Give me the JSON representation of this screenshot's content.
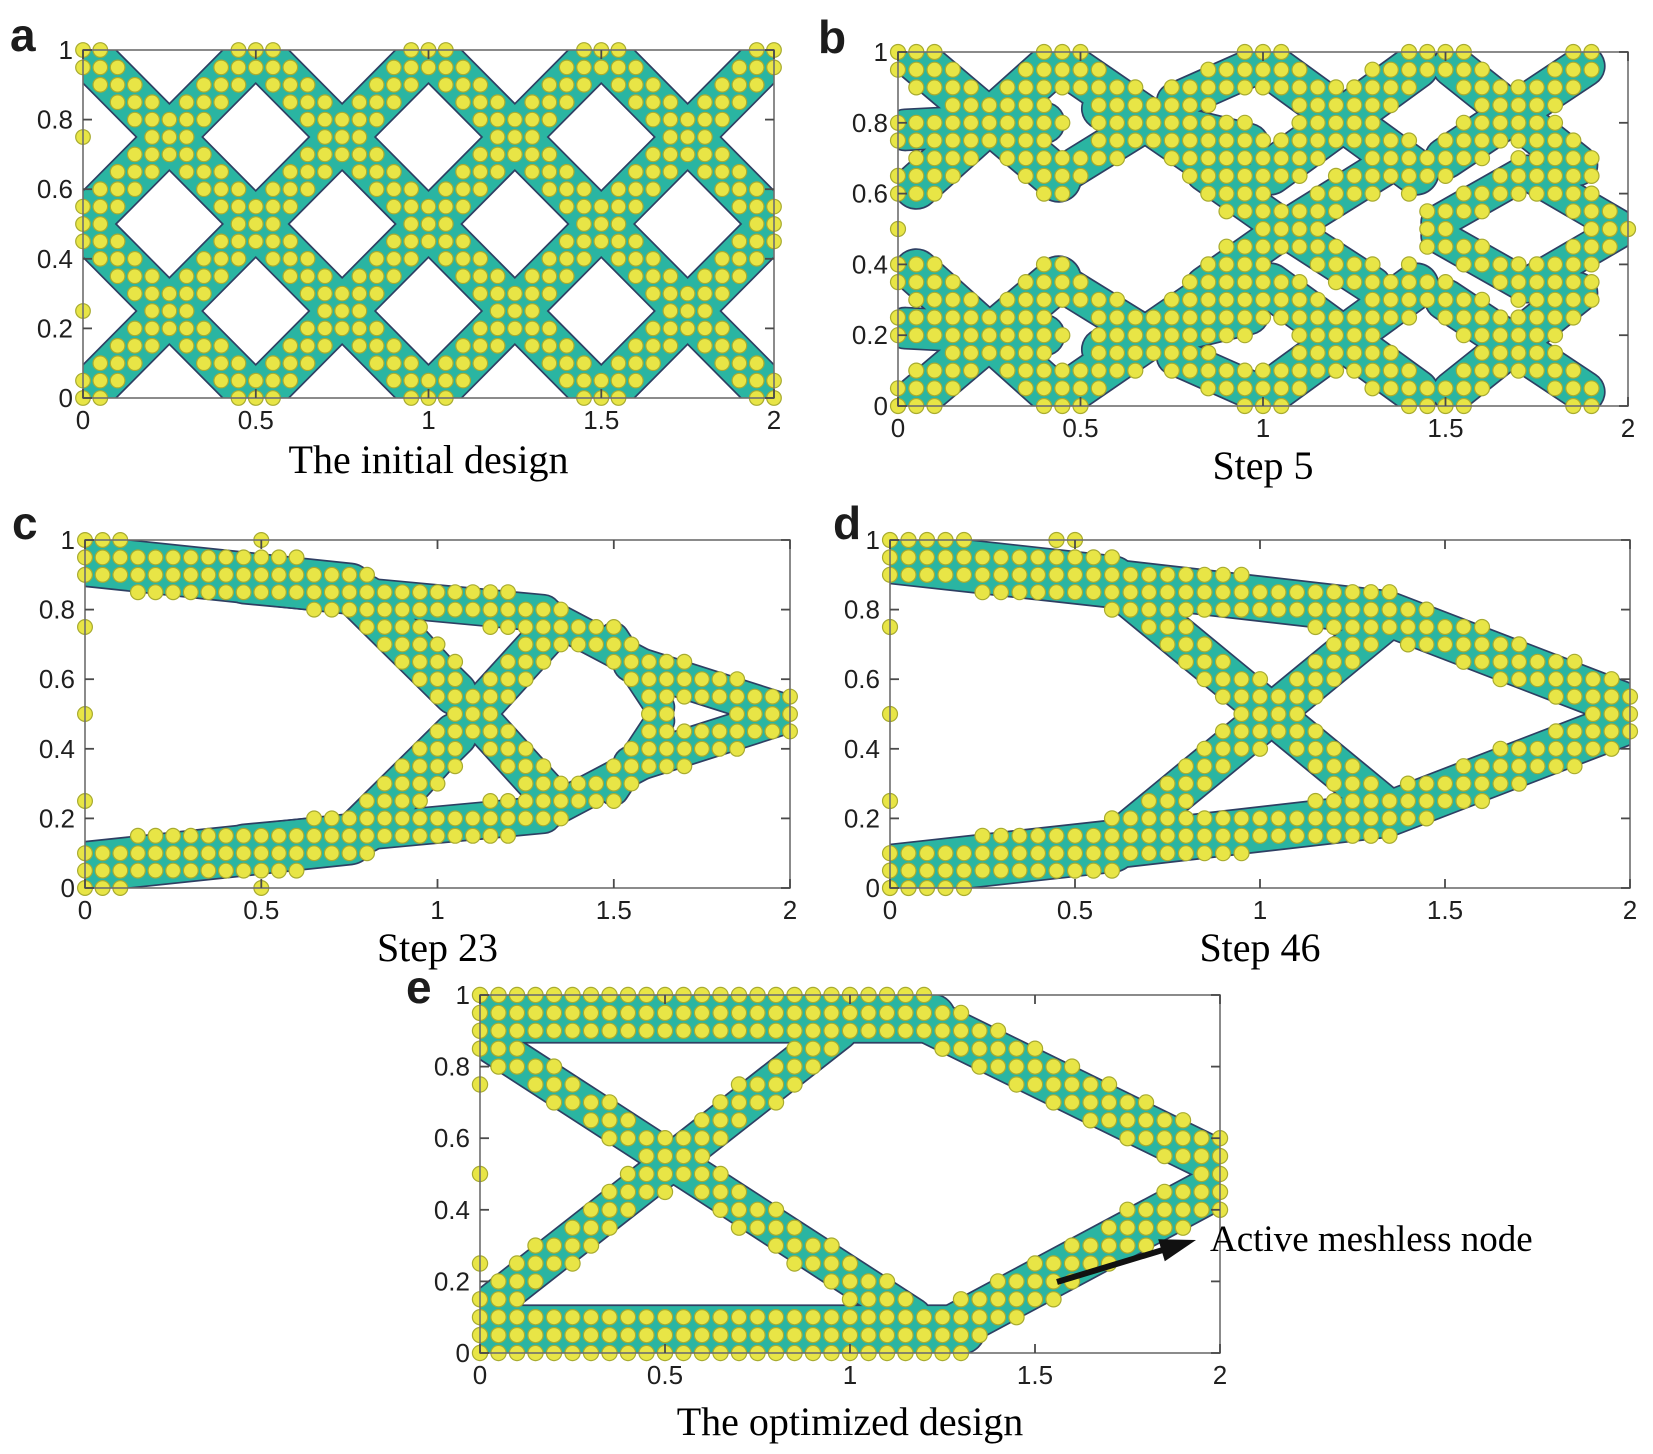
{
  "figure_kind": "topology optimization evolution, meshless node plots",
  "colors": {
    "background": "#ffffff",
    "material": "#2ab5a2",
    "material_outline": "#2e3f63",
    "node_fill": "#e8e546",
    "node_edge": "#a8ab30",
    "axis_line": "#6e6e6e",
    "tick_mark": "#4a4a4a",
    "axis_text": "#1f1f1f",
    "arrow": "#111111"
  },
  "axes": {
    "xlim": [
      0,
      2
    ],
    "ylim": [
      0,
      1
    ],
    "x_tick_labels": [
      "0",
      "0.5",
      "1",
      "1.5",
      "2"
    ],
    "y_tick_labels": [
      "0",
      "0.2",
      "0.4",
      "0.6",
      "0.8",
      "1"
    ]
  },
  "node_grid_spacing": 0.05,
  "node_radius": 0.021,
  "panels": [
    {
      "id": "a",
      "label": "a",
      "caption": "The initial design",
      "structure": {
        "bars": [
          [
            0,
            0,
            0.5,
            0.5,
            0.13
          ],
          [
            0,
            0.5,
            0.5,
            0,
            0.13
          ],
          [
            0.5,
            0,
            1,
            0.5,
            0.13
          ],
          [
            0.5,
            0.5,
            1,
            0,
            0.13
          ],
          [
            1,
            0,
            1.5,
            0.5,
            0.13
          ],
          [
            1,
            0.5,
            1.5,
            0,
            0.13
          ],
          [
            1.5,
            0,
            2,
            0.5,
            0.13
          ],
          [
            1.5,
            0.5,
            2,
            0,
            0.13
          ],
          [
            0,
            0.5,
            0.5,
            1,
            0.13
          ],
          [
            0,
            1,
            0.5,
            0.5,
            0.13
          ],
          [
            0.5,
            0.5,
            1,
            1,
            0.13
          ],
          [
            0.5,
            1,
            1,
            0.5,
            0.13
          ],
          [
            1,
            0.5,
            1.5,
            1,
            0.13
          ],
          [
            1,
            1,
            1.5,
            0.5,
            0.13
          ],
          [
            1.5,
            0.5,
            2,
            1,
            0.13
          ],
          [
            1.5,
            1,
            2,
            0.5,
            0.13
          ]
        ],
        "extra_nodes": [
          [
            0,
            0.75
          ],
          [
            0,
            0.25
          ]
        ]
      }
    },
    {
      "id": "b",
      "label": "b",
      "caption": "Step 5",
      "structure": {
        "bars": [
          [
            0.02,
            0.78,
            0.4,
            0.8,
            0.11
          ],
          [
            0.05,
            0.98,
            0.44,
            0.64,
            0.12
          ],
          [
            0.05,
            0.62,
            0.44,
            0.98,
            0.12
          ],
          [
            0.44,
            0.98,
            0.92,
            0.64,
            0.12
          ],
          [
            0.46,
            0.66,
            0.68,
            0.8,
            0.1
          ],
          [
            0.76,
            0.86,
            1.0,
            0.97,
            0.1
          ],
          [
            0.56,
            0.84,
            0.96,
            0.74,
            0.11
          ],
          [
            1.02,
            0.96,
            1.42,
            0.66,
            0.12
          ],
          [
            1.02,
            0.66,
            1.42,
            0.96,
            0.12
          ],
          [
            1.52,
            0.96,
            1.86,
            0.68,
            0.11
          ],
          [
            1.5,
            0.7,
            1.88,
            0.96,
            0.11
          ],
          [
            0.84,
            0.66,
            1.06,
            0.5,
            0.1
          ],
          [
            1.06,
            0.5,
            1.34,
            0.68,
            0.1
          ],
          [
            0.84,
            0.34,
            1.06,
            0.5,
            0.1
          ],
          [
            1.06,
            0.5,
            1.3,
            0.34,
            0.1
          ],
          [
            0.02,
            0.22,
            0.4,
            0.2,
            0.11
          ],
          [
            0.05,
            0.02,
            0.44,
            0.36,
            0.12
          ],
          [
            0.05,
            0.38,
            0.44,
            0.02,
            0.12
          ],
          [
            0.44,
            0.02,
            0.92,
            0.36,
            0.12
          ],
          [
            0.46,
            0.34,
            0.68,
            0.2,
            0.1
          ],
          [
            0.76,
            0.14,
            1.0,
            0.03,
            0.1
          ],
          [
            0.56,
            0.16,
            0.96,
            0.26,
            0.11
          ],
          [
            1.02,
            0.04,
            1.42,
            0.34,
            0.12
          ],
          [
            1.02,
            0.34,
            1.42,
            0.04,
            0.12
          ],
          [
            1.52,
            0.04,
            1.86,
            0.32,
            0.11
          ],
          [
            1.5,
            0.3,
            1.88,
            0.04,
            0.11
          ],
          [
            1.48,
            0.52,
            1.72,
            0.66,
            0.09
          ],
          [
            1.72,
            0.66,
            1.97,
            0.51,
            0.09
          ],
          [
            1.48,
            0.48,
            1.72,
            0.34,
            0.09
          ],
          [
            1.72,
            0.34,
            1.97,
            0.49,
            0.09
          ]
        ],
        "extra_nodes": [
          [
            0,
            0.5
          ],
          [
            2,
            0.5
          ]
        ]
      }
    },
    {
      "id": "c",
      "label": "c",
      "caption": "Step 23",
      "structure": {
        "bars": [
          [
            0.0,
            0.94,
            0.75,
            0.86,
            0.14
          ],
          [
            0.45,
            0.87,
            1.3,
            0.79,
            0.1
          ],
          [
            0.75,
            0.86,
            1.05,
            0.56,
            0.12
          ],
          [
            0.0,
            0.06,
            0.75,
            0.14,
            0.14
          ],
          [
            0.45,
            0.13,
            1.3,
            0.21,
            0.1
          ],
          [
            0.75,
            0.14,
            1.05,
            0.44,
            0.12
          ],
          [
            0.8,
            0.84,
            1.33,
            0.25,
            0.11
          ],
          [
            0.8,
            0.16,
            1.33,
            0.75,
            0.11
          ],
          [
            1.3,
            0.79,
            1.6,
            0.63,
            0.09
          ],
          [
            1.3,
            0.21,
            1.6,
            0.37,
            0.09
          ],
          [
            1.55,
            0.645,
            2.0,
            0.5,
            0.1
          ],
          [
            1.55,
            0.355,
            2.0,
            0.5,
            0.1
          ],
          [
            1.5,
            0.72,
            1.63,
            0.52,
            0.08
          ],
          [
            1.5,
            0.28,
            1.63,
            0.48,
            0.08
          ]
        ],
        "extra_nodes": [
          [
            0,
            0.75
          ],
          [
            0,
            0.5
          ],
          [
            0,
            0.25
          ],
          [
            0.5,
            1
          ],
          [
            0.5,
            0
          ]
        ]
      }
    },
    {
      "id": "d",
      "label": "d",
      "caption": "Step 46",
      "structure": {
        "bars": [
          [
            0.0,
            0.95,
            0.6,
            0.88,
            0.14
          ],
          [
            0.6,
            0.88,
            1.34,
            0.79,
            0.12
          ],
          [
            1.34,
            0.79,
            2.0,
            0.52,
            0.12
          ],
          [
            0.0,
            0.05,
            0.6,
            0.12,
            0.14
          ],
          [
            0.6,
            0.12,
            1.34,
            0.21,
            0.12
          ],
          [
            1.34,
            0.21,
            2.0,
            0.48,
            0.12
          ],
          [
            0.62,
            0.86,
            1.34,
            0.23,
            0.11
          ],
          [
            0.62,
            0.14,
            1.34,
            0.77,
            0.11
          ]
        ],
        "extra_nodes": [
          [
            0,
            0.75
          ],
          [
            0,
            0.5
          ],
          [
            0,
            0.25
          ],
          [
            0.45,
            1
          ],
          [
            0.5,
            1
          ]
        ]
      }
    },
    {
      "id": "e",
      "label": "e",
      "caption": "The optimized design",
      "structure": {
        "bars": [
          [
            0.0,
            0.935,
            1.22,
            0.935,
            0.13
          ],
          [
            0.0,
            0.065,
            1.3,
            0.065,
            0.13
          ],
          [
            0.02,
            0.87,
            1.17,
            0.1,
            0.1
          ],
          [
            0.02,
            0.13,
            0.97,
            0.9,
            0.1
          ],
          [
            1.13,
            0.97,
            2.0,
            0.53,
            0.12
          ],
          [
            1.24,
            0.05,
            2.0,
            0.47,
            0.12
          ]
        ],
        "extra_nodes": [
          [
            0,
            0.75
          ],
          [
            0,
            0.5
          ],
          [
            0,
            0.25
          ]
        ]
      }
    }
  ],
  "annotation": {
    "text": "Active meshless node"
  }
}
